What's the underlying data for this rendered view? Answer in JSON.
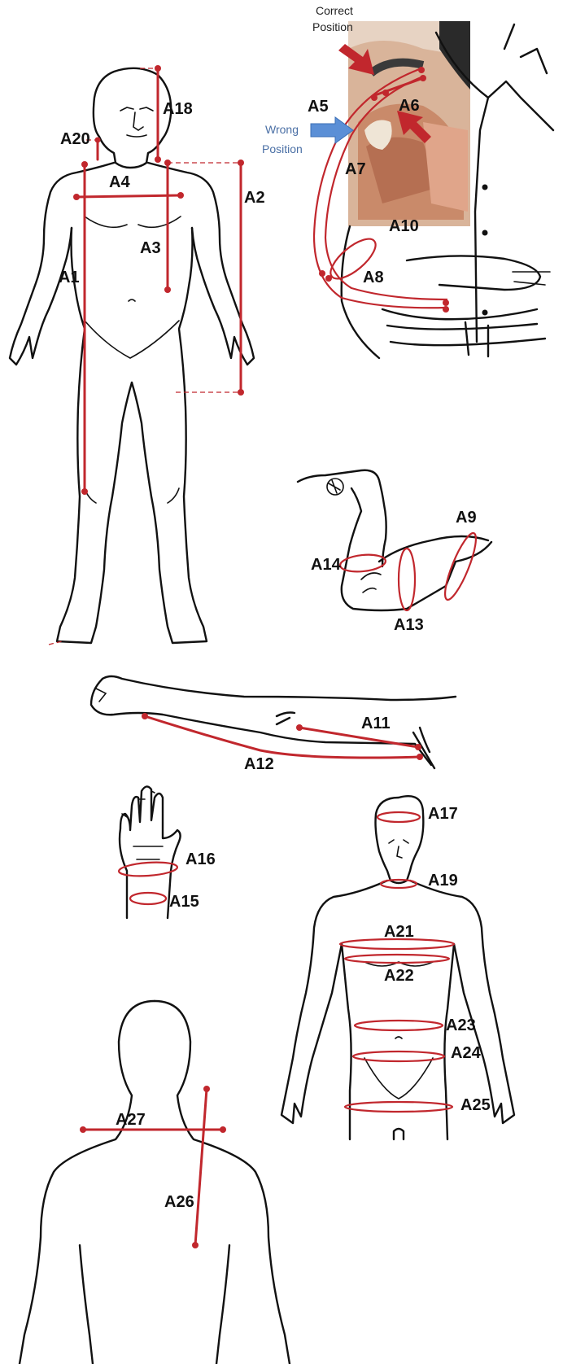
{
  "diagram": {
    "notes": {
      "correct_position": [
        "Correct",
        "Position"
      ],
      "wrong_position": [
        "Wrong",
        "Position"
      ]
    },
    "labels": {
      "A1": "A1",
      "A2": "A2",
      "A3": "A3",
      "A4": "A4",
      "A5": "A5",
      "A6": "A6",
      "A7": "A7",
      "A8": "A8",
      "A9": "A9",
      "A10": "A10",
      "A11": "A11",
      "A12": "A12",
      "A13": "A13",
      "A14": "A14",
      "A15": "A15",
      "A16": "A16",
      "A17": "A17",
      "A18": "A18",
      "A19": "A19",
      "A20": "A20",
      "A21": "A21",
      "A22": "A22",
      "A23": "A23",
      "A24": "A24",
      "A25": "A25",
      "A26": "A26",
      "A27": "A27"
    },
    "colors": {
      "measure": "#c1272d",
      "outline": "#111111",
      "wrong_arrow": "#5b8fd6",
      "anatomy": "#c98a6a"
    }
  }
}
